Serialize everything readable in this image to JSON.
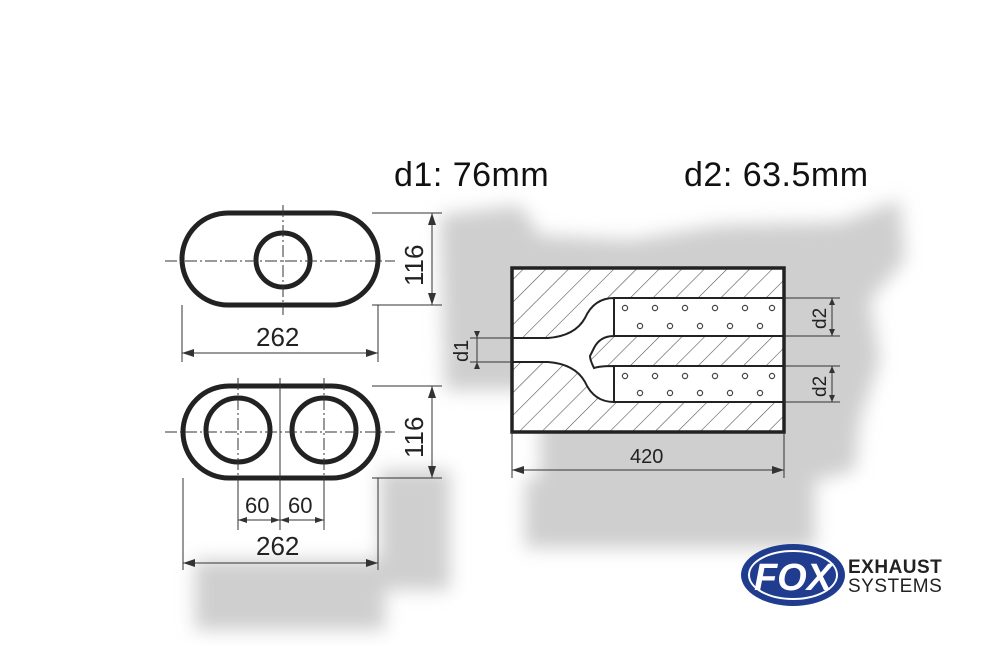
{
  "specs": {
    "d1": "d1: 76mm",
    "d2": "d2: 63.5mm"
  },
  "views": {
    "single_outlet": {
      "width": "262",
      "height": "116"
    },
    "dual_outlet": {
      "width": "262",
      "height": "116",
      "spacing_left": "60",
      "spacing_right": "60"
    }
  },
  "section": {
    "length": "420",
    "inlet_label": "d1",
    "outlet_top_label": "d2",
    "outlet_bottom_label": "d2"
  },
  "logo": {
    "mark": "FOX",
    "line1": "EXHAUST",
    "line2": "SYSTEMS",
    "color": "#1f3c8f"
  }
}
